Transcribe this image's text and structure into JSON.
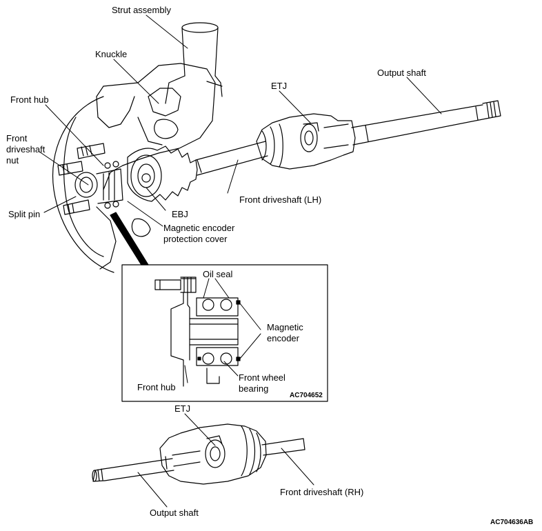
{
  "labels": {
    "strut_assembly": "Strut assembly",
    "knuckle": "Knuckle",
    "front_hub": "Front hub",
    "front_driveshaft_nut_l1": "Front",
    "front_driveshaft_nut_l2": "driveshaft",
    "front_driveshaft_nut_l3": "nut",
    "split_pin": "Split pin",
    "etj_upper": "ETJ",
    "output_shaft_upper": "Output shaft",
    "front_driveshaft_lh": "Front driveshaft (LH)",
    "ebj": "EBJ",
    "mag_cover_l1": "Magnetic encoder",
    "mag_cover_l2": "protection cover",
    "oil_seal": "Oil seal",
    "magnetic_encoder_l1": "Magnetic",
    "magnetic_encoder_l2": "encoder",
    "inset_front_hub": "Front hub",
    "front_wheel_bearing_l1": "Front wheel",
    "front_wheel_bearing_l2": "bearing",
    "inset_code": "AC704652",
    "etj_lower": "ETJ",
    "output_shaft_lower": "Output shaft",
    "front_driveshaft_rh": "Front driveshaft (RH)",
    "figure_code": "AC704636AB"
  },
  "colors": {
    "line": "#000000",
    "background": "#ffffff"
  }
}
